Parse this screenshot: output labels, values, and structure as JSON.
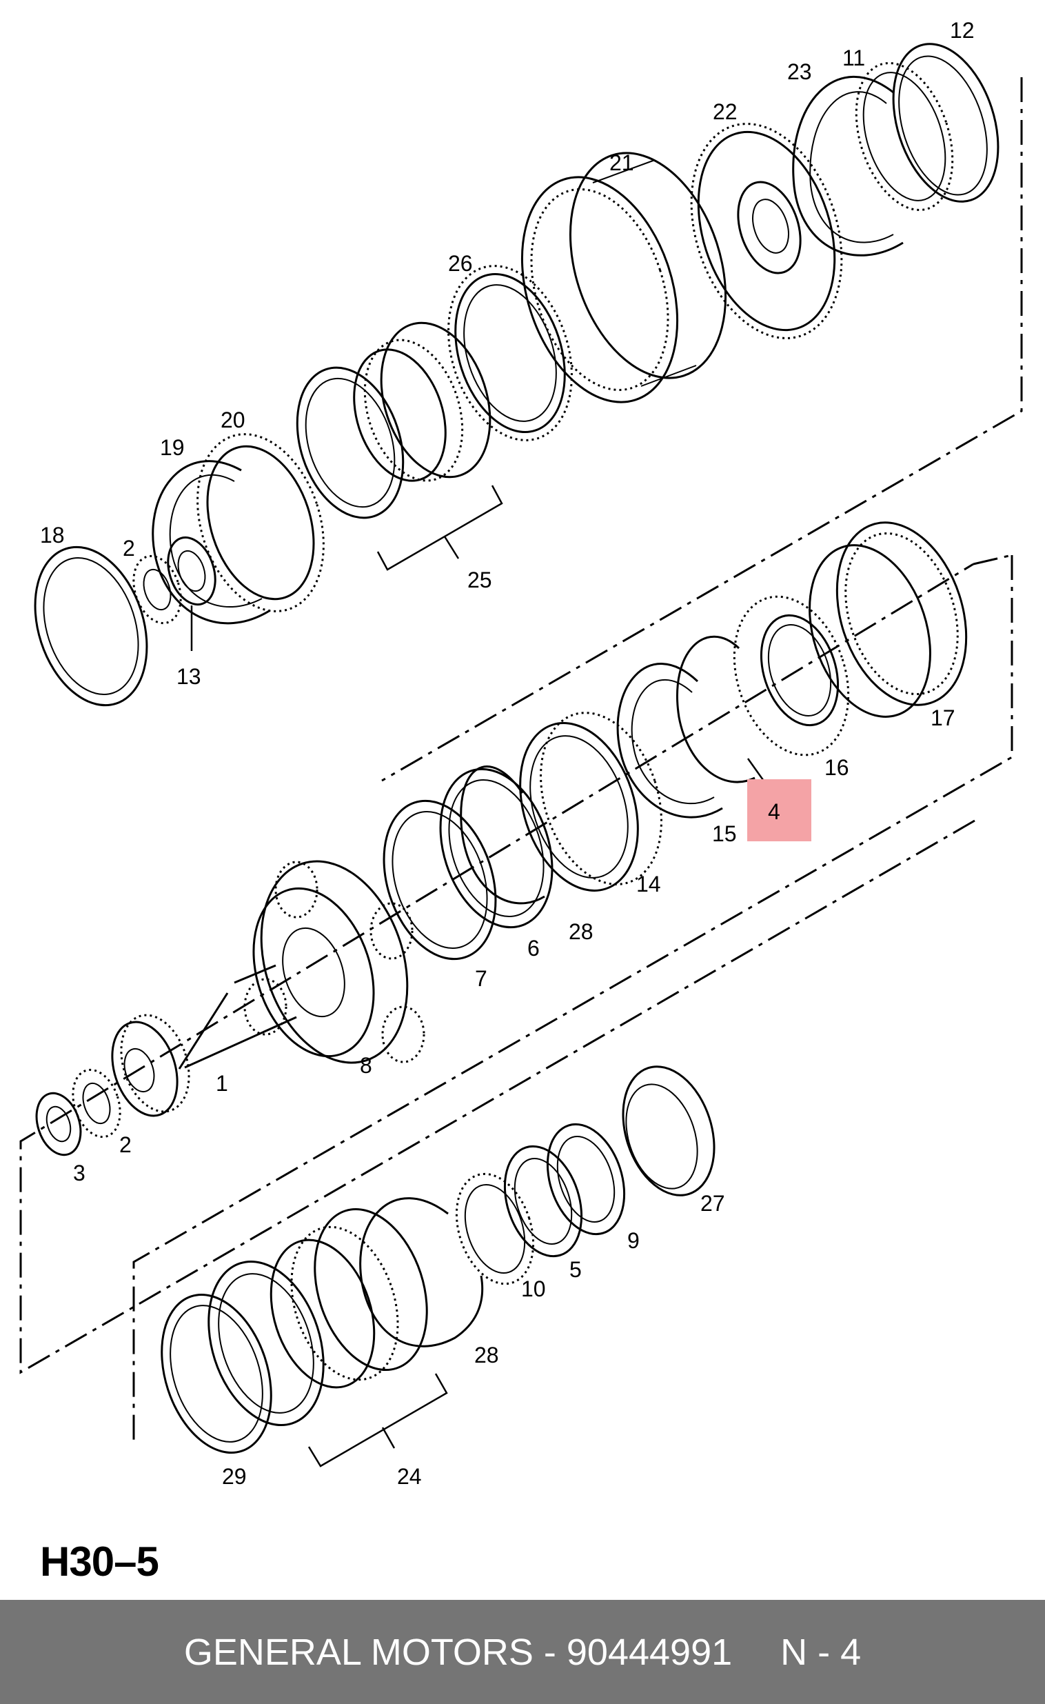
{
  "figure_id": "H30–5",
  "footer": {
    "brand_and_part": "GENERAL MOTORS - 90444991",
    "item_ref": "N - 4"
  },
  "callouts": {
    "c1": "1",
    "c2a": "2",
    "c2b": "2",
    "c3": "3",
    "c4": "4",
    "c5": "5",
    "c6": "6",
    "c7": "7",
    "c8": "8",
    "c9": "9",
    "c10": "10",
    "c11": "11",
    "c12": "12",
    "c13": "13",
    "c14": "14",
    "c15": "15",
    "c16": "16",
    "c17": "17",
    "c18": "18",
    "c19": "19",
    "c20": "20",
    "c21": "21",
    "c22": "22",
    "c23": "23",
    "c24": "24",
    "c25": "25",
    "c26": "26",
    "c27": "27",
    "c28a": "28",
    "c28b": "28",
    "c29": "29"
  },
  "highlighted_callout": "4",
  "colors": {
    "highlight": "#f4a3a6",
    "footer_bg": "#757575",
    "footer_text": "#ffffff"
  }
}
